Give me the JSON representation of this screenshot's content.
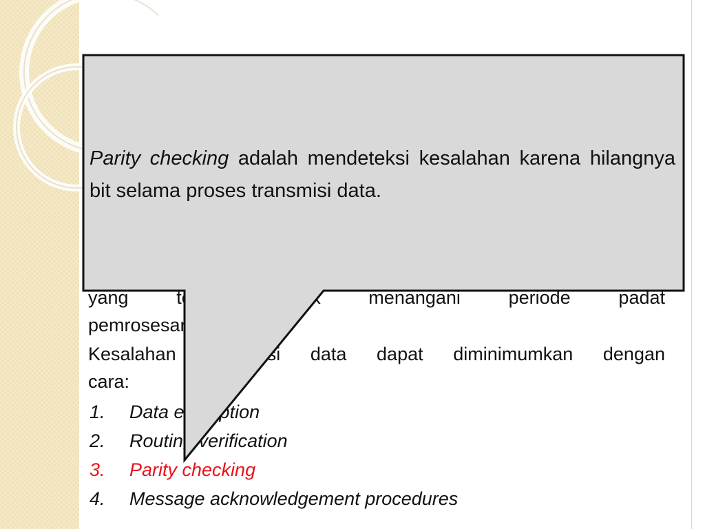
{
  "body": {
    "line1": "yang terjadi untuk menangani periode padat",
    "line2": "pemrosesan.",
    "line3": "Kesalahan transmisi data dapat diminimumkan dengan",
    "line4": "cara:"
  },
  "list": [
    {
      "num": "1.",
      "label": "Data encryption",
      "highlight": false
    },
    {
      "num": "2.",
      "label": "Routing verification",
      "highlight": false
    },
    {
      "num": "3.",
      "label": "Parity checking",
      "highlight": true
    },
    {
      "num": "4.",
      "label": "Message acknowledgement procedures",
      "highlight": false
    }
  ],
  "callout": {
    "term": "Parity checking",
    "definition": " adalah mendeteksi kesalahan karena hilangnya bit selama proses transmisi data."
  },
  "colors": {
    "callout_fill": "#d9d9d9",
    "callout_border": "#111111",
    "highlight": "#e8131a",
    "deco_band": "#f5e9c6"
  }
}
